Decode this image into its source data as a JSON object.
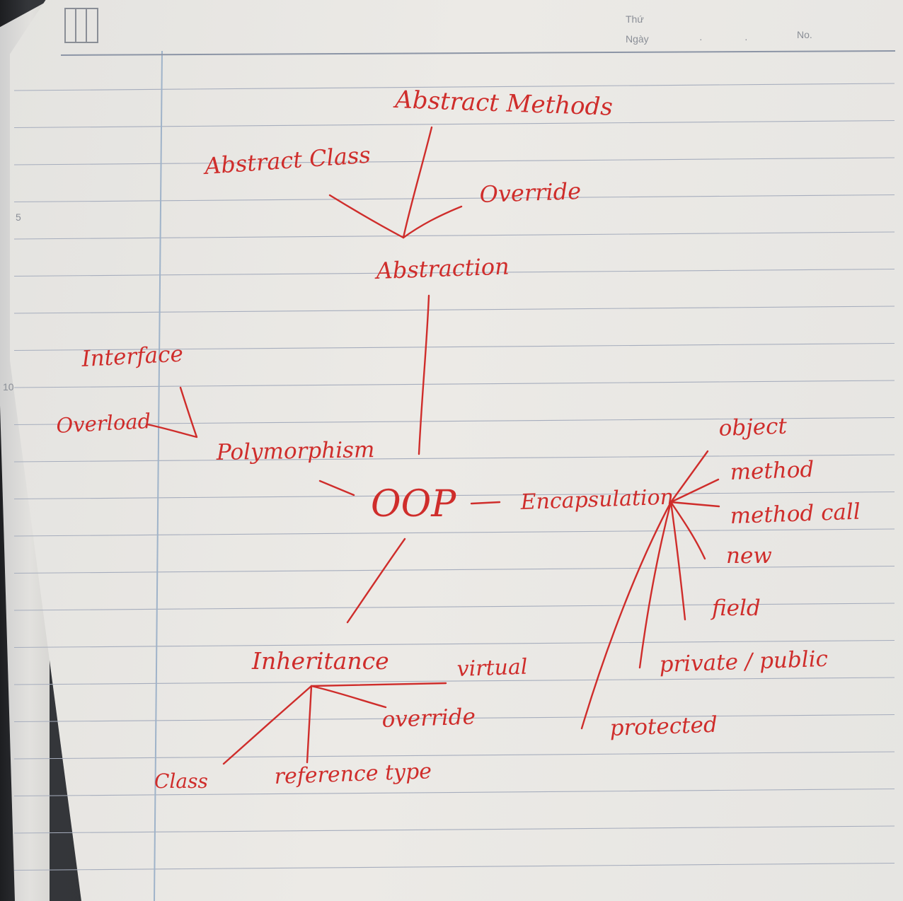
{
  "header": {
    "thu_label": "Thứ",
    "ngay_label": "Ngày",
    "no_label": "No."
  },
  "margin_marks": {
    "mark_5": "5",
    "mark_10": "10"
  },
  "nodes": {
    "abstract_methods": "Abstract Methods",
    "abstract_class": "Abstract Class",
    "override_top": "Override",
    "abstraction": "Abstraction",
    "interface": "Interface",
    "overload": "Overload",
    "polymorphism": "Polymorphism",
    "oop": "OOP",
    "encapsulation": "Encapsulation",
    "object": "object",
    "method": "method",
    "method_call": "method call",
    "new": "new",
    "field": "field",
    "private_public": "private / public",
    "protected": "protected",
    "inheritance": "Inheritance",
    "virtual": "virtual",
    "override_bottom": "override",
    "class": "Class",
    "reference_type": "reference type"
  },
  "colors": {
    "ink": "#cf2d2b",
    "paper": "#e9e8e5",
    "rule_lines": "#9aa3b5",
    "margin_line": "#9fb3c9"
  }
}
